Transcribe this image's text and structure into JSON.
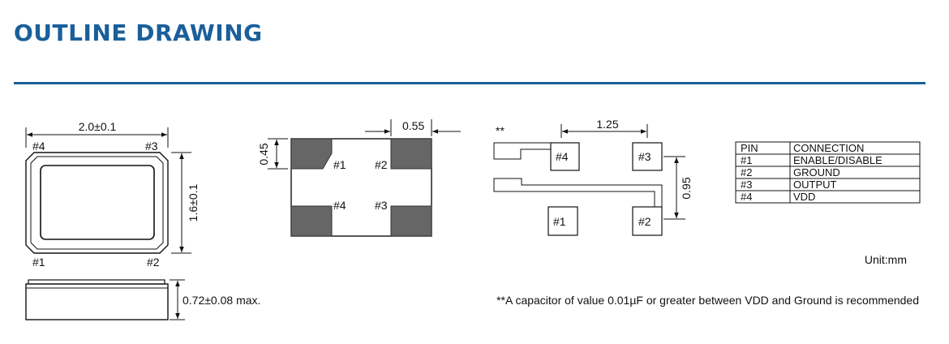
{
  "header": {
    "title": "OUTLINE DRAWING",
    "title_color": "#1a5f9a",
    "rule_color": "#1a5f9a"
  },
  "top_view": {
    "width_dim": "2.0±0.1",
    "height_dim": "1.6±0.1",
    "pin_labels": [
      "#4",
      "#3",
      "#1",
      "#2"
    ]
  },
  "side_view": {
    "height_dim": "0.72±0.08 max."
  },
  "bottom_view": {
    "dim_pad_height": "0.45",
    "dim_pad_width": "0.55",
    "pin_labels": [
      "#1",
      "#2",
      "#4",
      "#3"
    ]
  },
  "land_pattern": {
    "note_marker": "**",
    "dim_pitch": "1.25",
    "dim_vertical": "0.95",
    "pad_labels": [
      "#4",
      "#3",
      "#1",
      "#2"
    ]
  },
  "pin_table": {
    "headers": [
      "PIN",
      "CONNECTION"
    ],
    "rows": [
      [
        "#1",
        "ENABLE/DISABLE"
      ],
      [
        "#2",
        "GROUND"
      ],
      [
        "#3",
        "OUTPUT"
      ],
      [
        "#4",
        "VDD"
      ]
    ]
  },
  "unit": "Unit:mm",
  "footnote": "**A capacitor of value 0.01µF or greater between VDD and Ground is recommended"
}
